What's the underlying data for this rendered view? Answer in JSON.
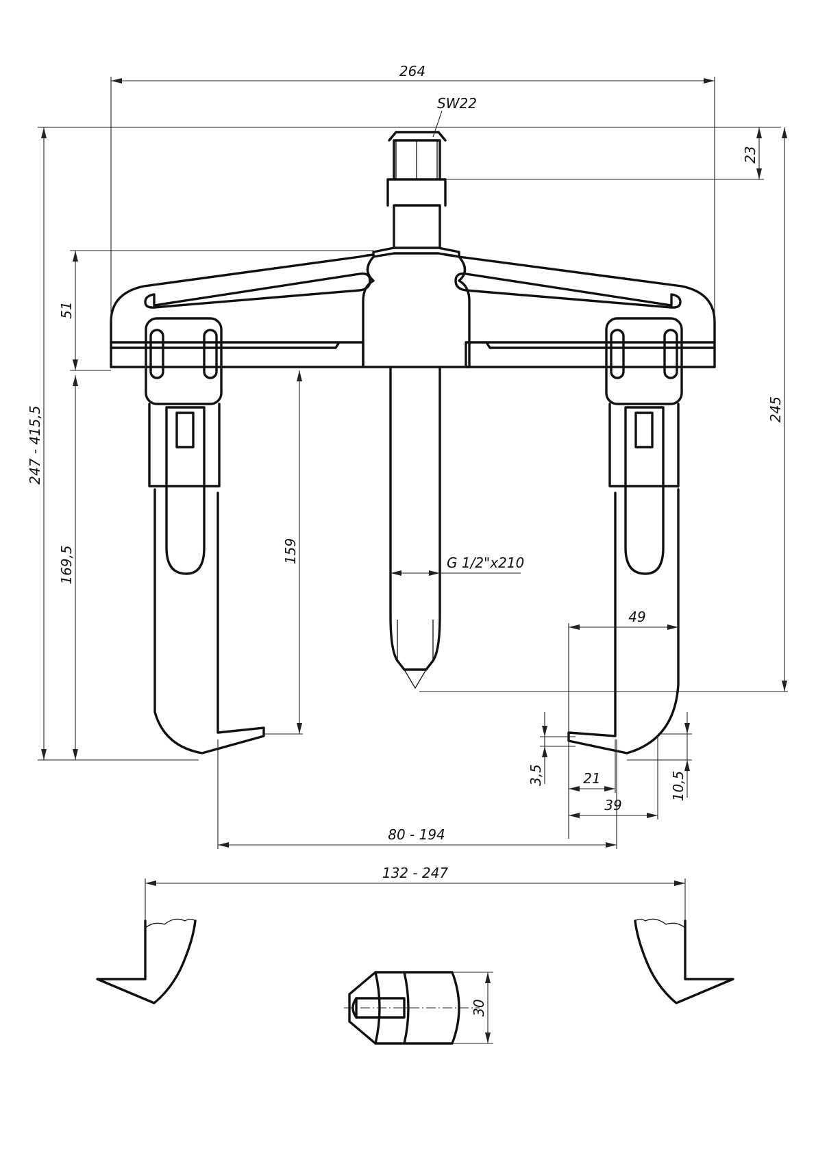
{
  "dimensions": {
    "overall_width": "264",
    "wrench_size": "SW22",
    "nut_height": "23",
    "crossbar_height": "51",
    "overall_height_range": "247 - 415,5",
    "overall_height": "245",
    "jaw_depth": "169,5",
    "reach": "159",
    "spindle_thread": "G 1/2\"x210",
    "jaw_outer": "49",
    "jaw_tip_3_5": "3,5",
    "jaw_foot_21": "21",
    "jaw_foot_39": "39",
    "jaw_tip_10_5": "10,5",
    "span_inner": "80 - 194",
    "span_outer": "132 - 247",
    "adapter_height": "30"
  }
}
